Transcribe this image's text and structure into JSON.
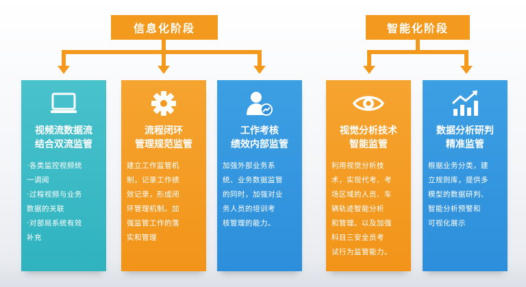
{
  "phases": [
    {
      "label": "信息化阶段"
    },
    {
      "label": "智能化阶段"
    }
  ],
  "cards": [
    {
      "icon": "monitor-icon",
      "title_line1": "视频流数据流",
      "title_line2": "结合双流监管",
      "body": [
        "·各类监控视频统",
        "一调阅",
        "·过程视频与业务",
        "数据的关联",
        "·对部局系统有效",
        "补充"
      ]
    },
    {
      "icon": "gear-icon",
      "title_line1": "流程闭环",
      "title_line2": "管理规范监管",
      "body": [
        "建立工作监管机",
        "制，记录工作绩",
        "效记录，形成闭",
        "环管理机制。加",
        "强监管工作的落",
        "实和管理"
      ]
    },
    {
      "icon": "user-performance-icon",
      "title_line1": "工作考核",
      "title_line2": "绩效内部监管",
      "body": [
        "加强外部业务系",
        "统、业务数据监管",
        "的同时，加强对业",
        "务人员的培训考",
        "核管理的能力。"
      ]
    },
    {
      "icon": "eye-icon",
      "title_line1": "视觉分析技术",
      "title_line2": "智能监管",
      "body": [
        "利用视觉分析技",
        "术，实现代考、考",
        "场区域的人员、车",
        "辆轨迹智能分析",
        "和管理。以及加强",
        "科目三安全员考",
        "试行为监管能力。"
      ]
    },
    {
      "icon": "chart-growth-icon",
      "title_line1": "数据分析研判",
      "title_line2": "精准监管",
      "body": [
        "根据业务分类，建",
        "立规则库，提供多",
        "模型的数据研判、",
        "智能分析预警和",
        "可视化展示"
      ]
    }
  ],
  "colors": {
    "orange": "#f39a1e",
    "teal": "#2fb3bf",
    "blue": "#2d8edb"
  }
}
